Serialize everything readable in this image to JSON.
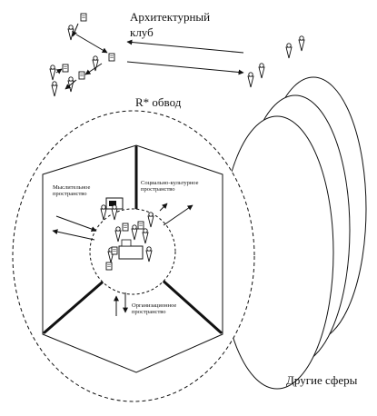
{
  "labels": {
    "club_line1": "Архитектурный",
    "club_line2": "клуб",
    "r_obvod": "R* обвод",
    "other_spheres": "Другие сферы",
    "thinking_space": "Мыслительное пространство",
    "sociocultural_space": "Социально-культурное пространство",
    "organizational_space": "Организационное пространство"
  },
  "colors": {
    "stroke": "#111111",
    "background": "#ffffff"
  }
}
